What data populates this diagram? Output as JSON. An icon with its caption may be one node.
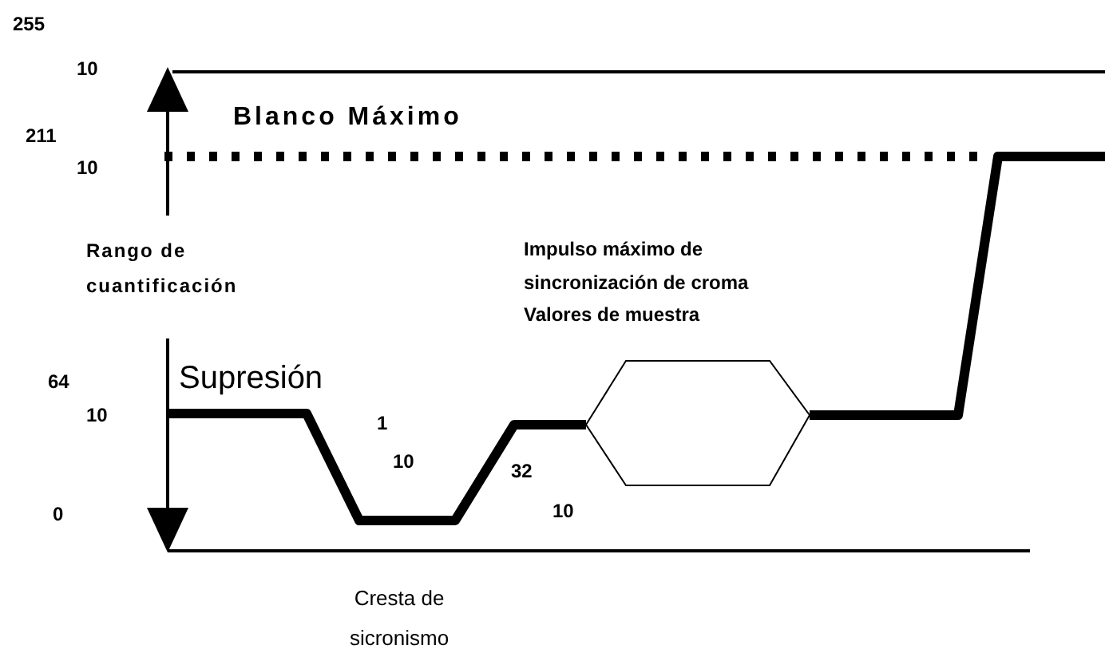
{
  "diagram": {
    "labels": [
      "255",
      "10",
      "Blanco Máximo",
      "211",
      "10",
      "Rango de cuantificación",
      "Impulso máximo de sincronización de croma",
      "Valores de muestra",
      "64",
      "Supresión",
      "10",
      "1",
      "10",
      "32",
      "0",
      "10",
      "Cresta de sicronismo"
    ]
  }
}
